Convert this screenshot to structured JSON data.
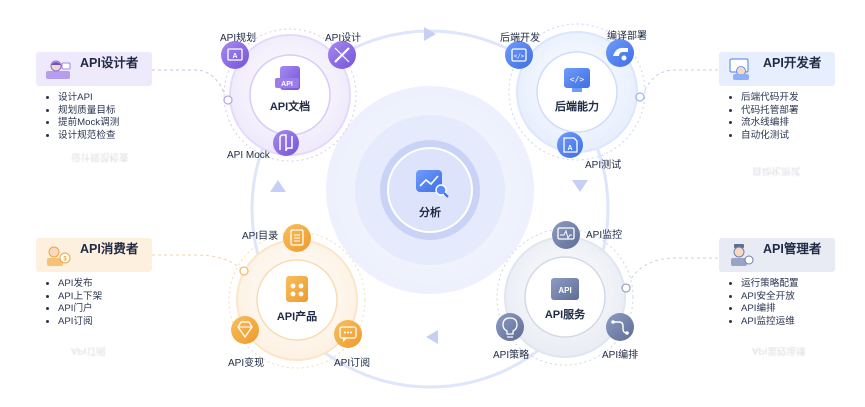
{
  "center": {
    "label": "分析"
  },
  "nodes": {
    "doc": {
      "title": "API文档",
      "chip": "API"
    },
    "backend": {
      "title": "后端能力"
    },
    "service": {
      "title": "API服务",
      "chip": "API"
    },
    "product": {
      "title": "API产品"
    }
  },
  "satellites": {
    "plan": "API规划",
    "design": "API设计",
    "mock": "API Mock",
    "backend_dev": "后端开发",
    "compile_deploy": "编译部署",
    "api_test": "API测试",
    "monitor": "API监控",
    "strategy": "API策略",
    "orchestrate": "API编排",
    "catalog": "API目录",
    "monetize": "API变现",
    "subscribe": "API订阅"
  },
  "roles": {
    "designer": {
      "title": "API设计者",
      "items": [
        "设计API",
        "规划质量目标",
        "提前Mock调测",
        "设计规范检查"
      ]
    },
    "developer": {
      "title": "API开发者",
      "items": [
        "后端代码开发",
        "代码托管部署",
        "流水线编排",
        "自动化测试"
      ]
    },
    "consumer": {
      "title": "API消费者",
      "items": [
        "API发布",
        "API上下架",
        "API门户",
        "API订阅"
      ]
    },
    "manager": {
      "title": "API管理者",
      "items": [
        "运行策略配置",
        "API安全开放",
        "API编排",
        "API监控运维"
      ]
    }
  },
  "colors": {
    "purple": "#8a67e3",
    "blue": "#4d7ef2",
    "orange": "#f2a53a",
    "slate": "#6f7fa8",
    "ring": "#dfe5fb"
  }
}
